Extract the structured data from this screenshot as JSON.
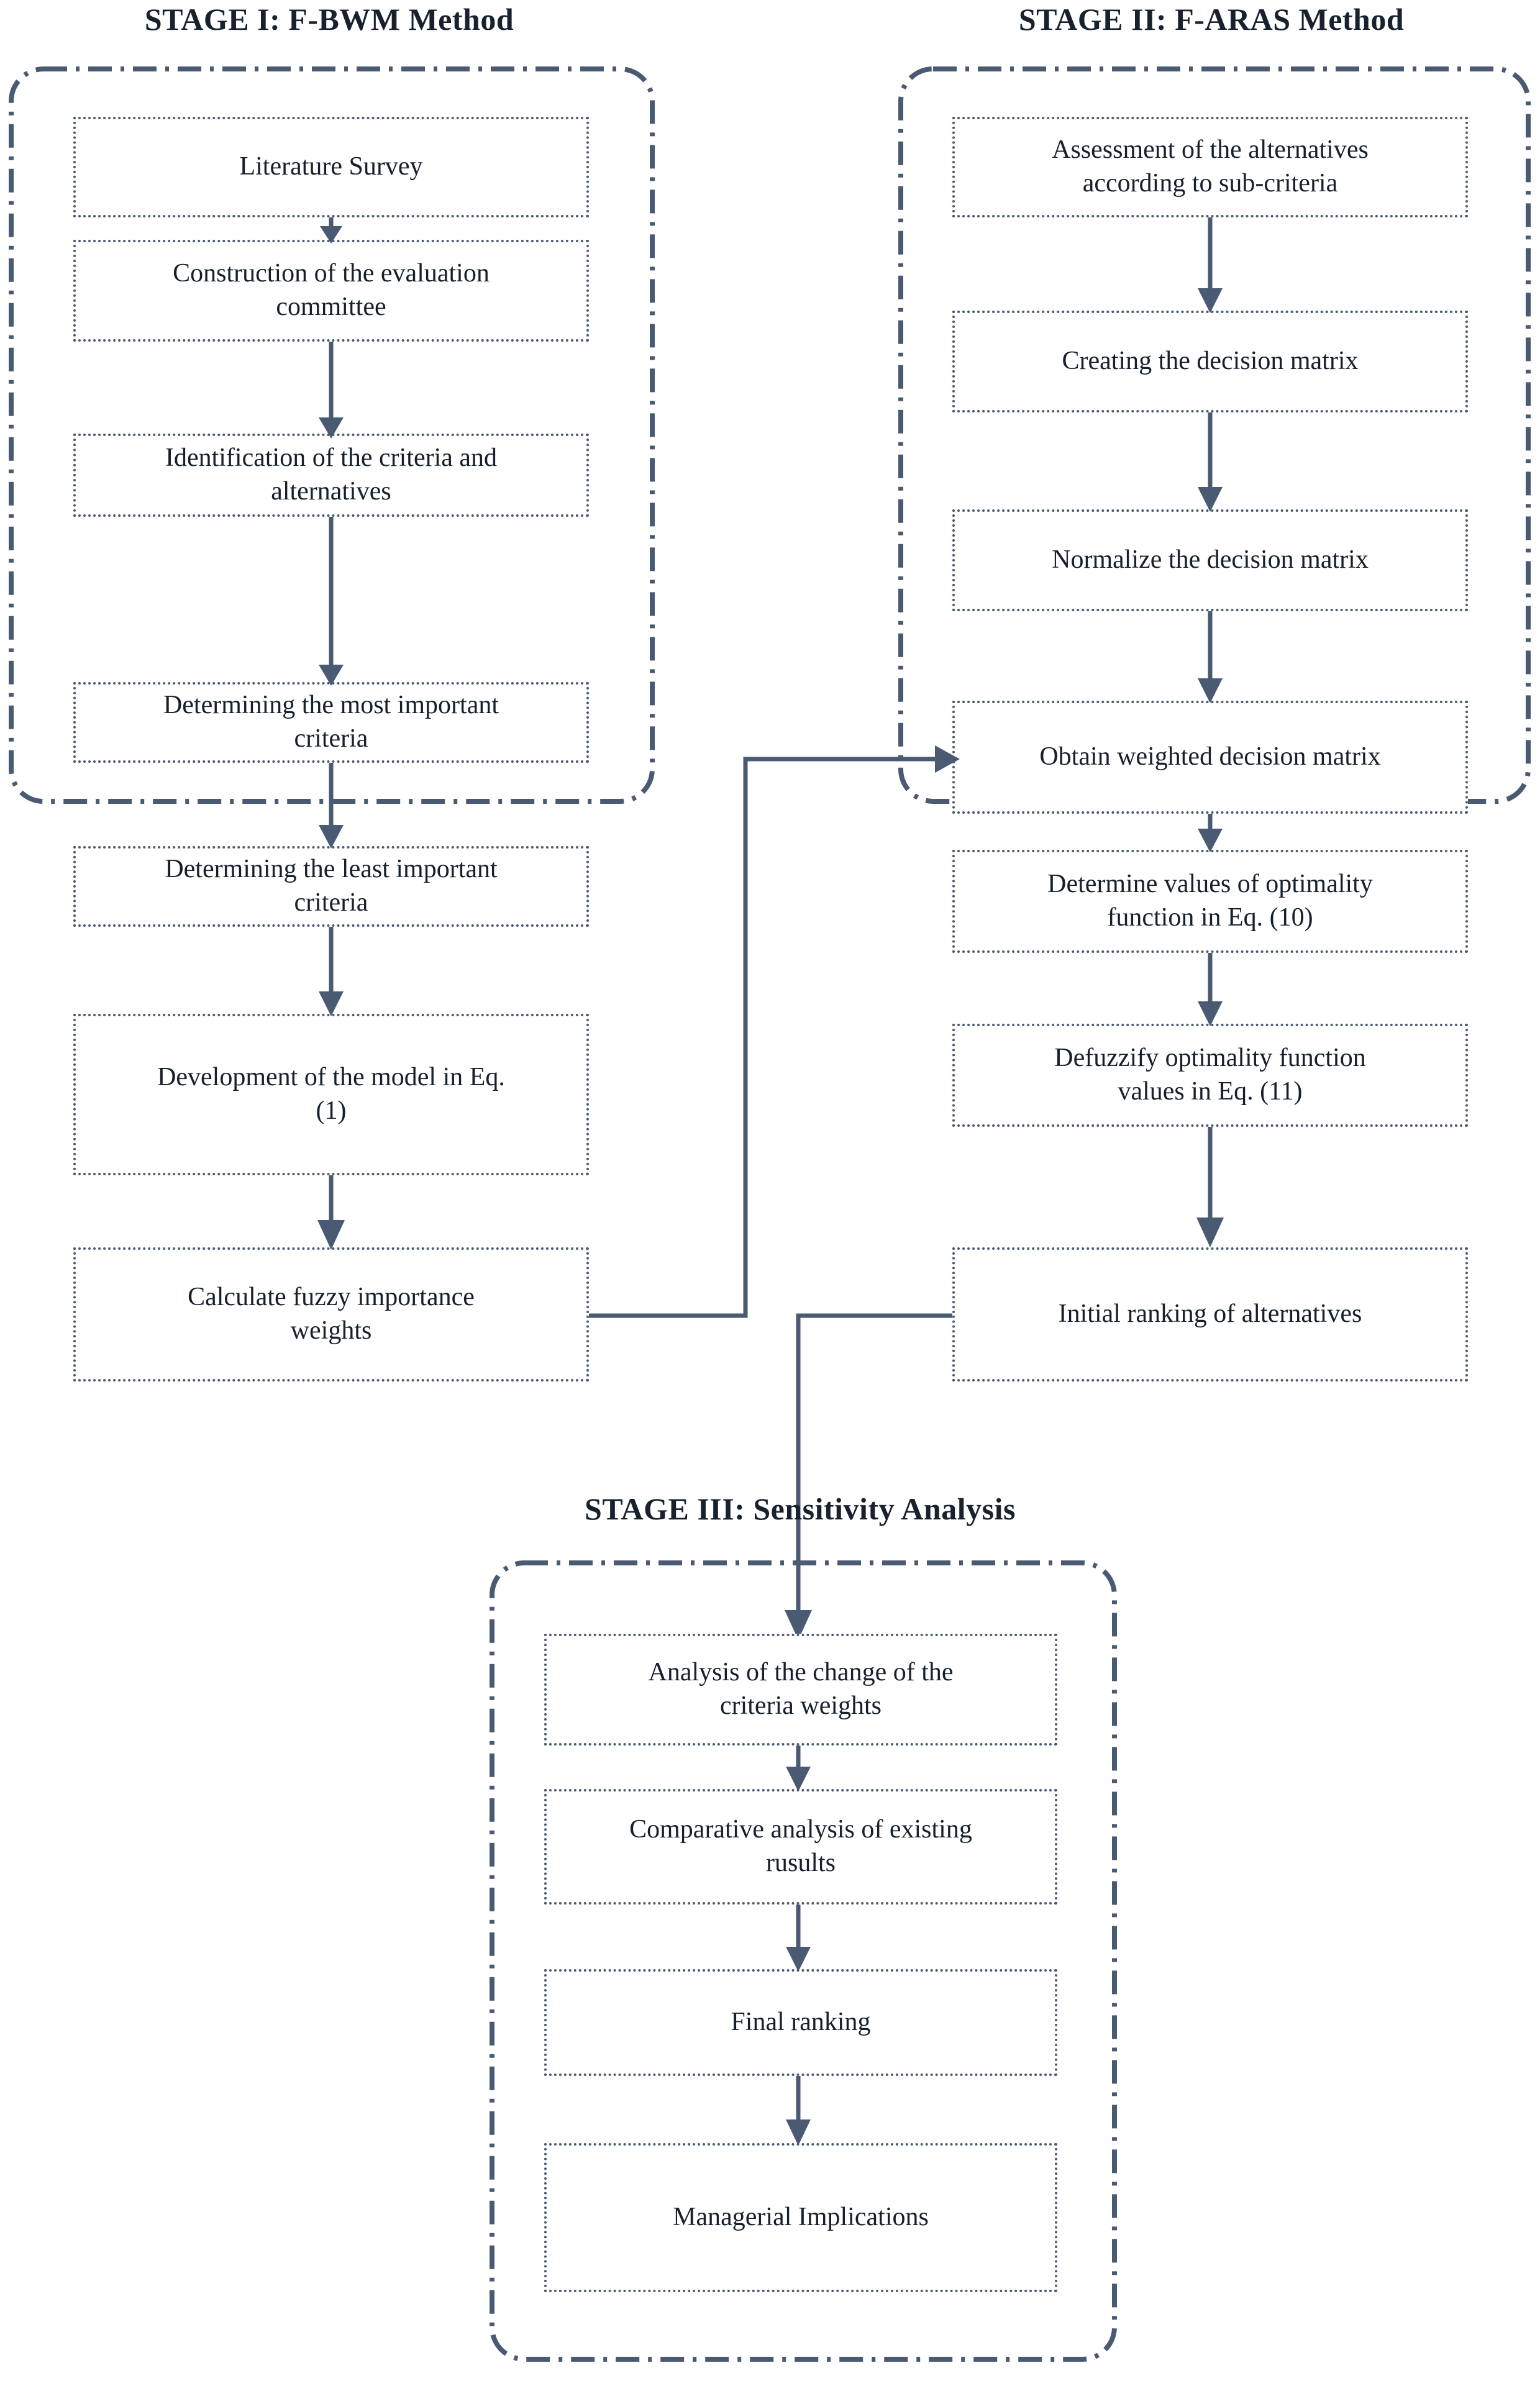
{
  "diagram": {
    "title_stage1": "STAGE I: F-BWM Method",
    "title_stage2": "STAGE II: F-ARAS Method",
    "title_stage3": "STAGE III: Sensitivity Analysis",
    "line_color": "#4a5a72",
    "text_color": "#16202c",
    "background": "#ffffff"
  },
  "stage1": {
    "heading": "STAGE I: F-BWM Method",
    "steps": [
      {
        "id": "s1-1",
        "label": "Literature Survey"
      },
      {
        "id": "s1-2",
        "label": "Construction of the evaluation\ncommittee"
      },
      {
        "id": "s1-3",
        "label": "Identification of the criteria and\nalternatives"
      },
      {
        "id": "s1-4",
        "label": "Determining the most important\ncriteria"
      },
      {
        "id": "s1-5",
        "label": "Determining the least important\ncriteria"
      },
      {
        "id": "s1-6",
        "label": "Development of the model in Eq.\n(1)"
      },
      {
        "id": "s1-7",
        "label": "Calculate fuzzy importance\nweights"
      }
    ]
  },
  "stage2": {
    "heading": "STAGE II: F-ARAS Method",
    "steps": [
      {
        "id": "s2-1",
        "label": "Assessment of the alternatives\naccording to sub-criteria"
      },
      {
        "id": "s2-2",
        "label": "Creating the decision matrix"
      },
      {
        "id": "s2-3",
        "label": "Normalize the decision matrix"
      },
      {
        "id": "s2-4",
        "label": "Obtain weighted decision matrix"
      },
      {
        "id": "s2-5",
        "label": "Determine values of optimality\nfunction in Eq. (10)"
      },
      {
        "id": "s2-6",
        "label": "Defuzzify optimality function\nvalues in Eq. (11)"
      },
      {
        "id": "s2-7",
        "label": "Initial ranking of alternatives"
      }
    ]
  },
  "stage3": {
    "heading": "STAGE III: Sensitivity Analysis",
    "steps": [
      {
        "id": "s3-1",
        "label": "Analysis of the change of the\ncriteria weights"
      },
      {
        "id": "s3-2",
        "label": "Comparative analysis of existing\nrusults"
      },
      {
        "id": "s3-3",
        "label": "Final ranking"
      },
      {
        "id": "s3-4",
        "label": "Managerial Implications"
      }
    ]
  },
  "connectors": {
    "stage1_to_stage2": "Calculate fuzzy importance weights → Obtain weighted decision matrix",
    "stage2_to_stage3": "Initial ranking of alternatives → Analysis of the change of the criteria weights"
  }
}
